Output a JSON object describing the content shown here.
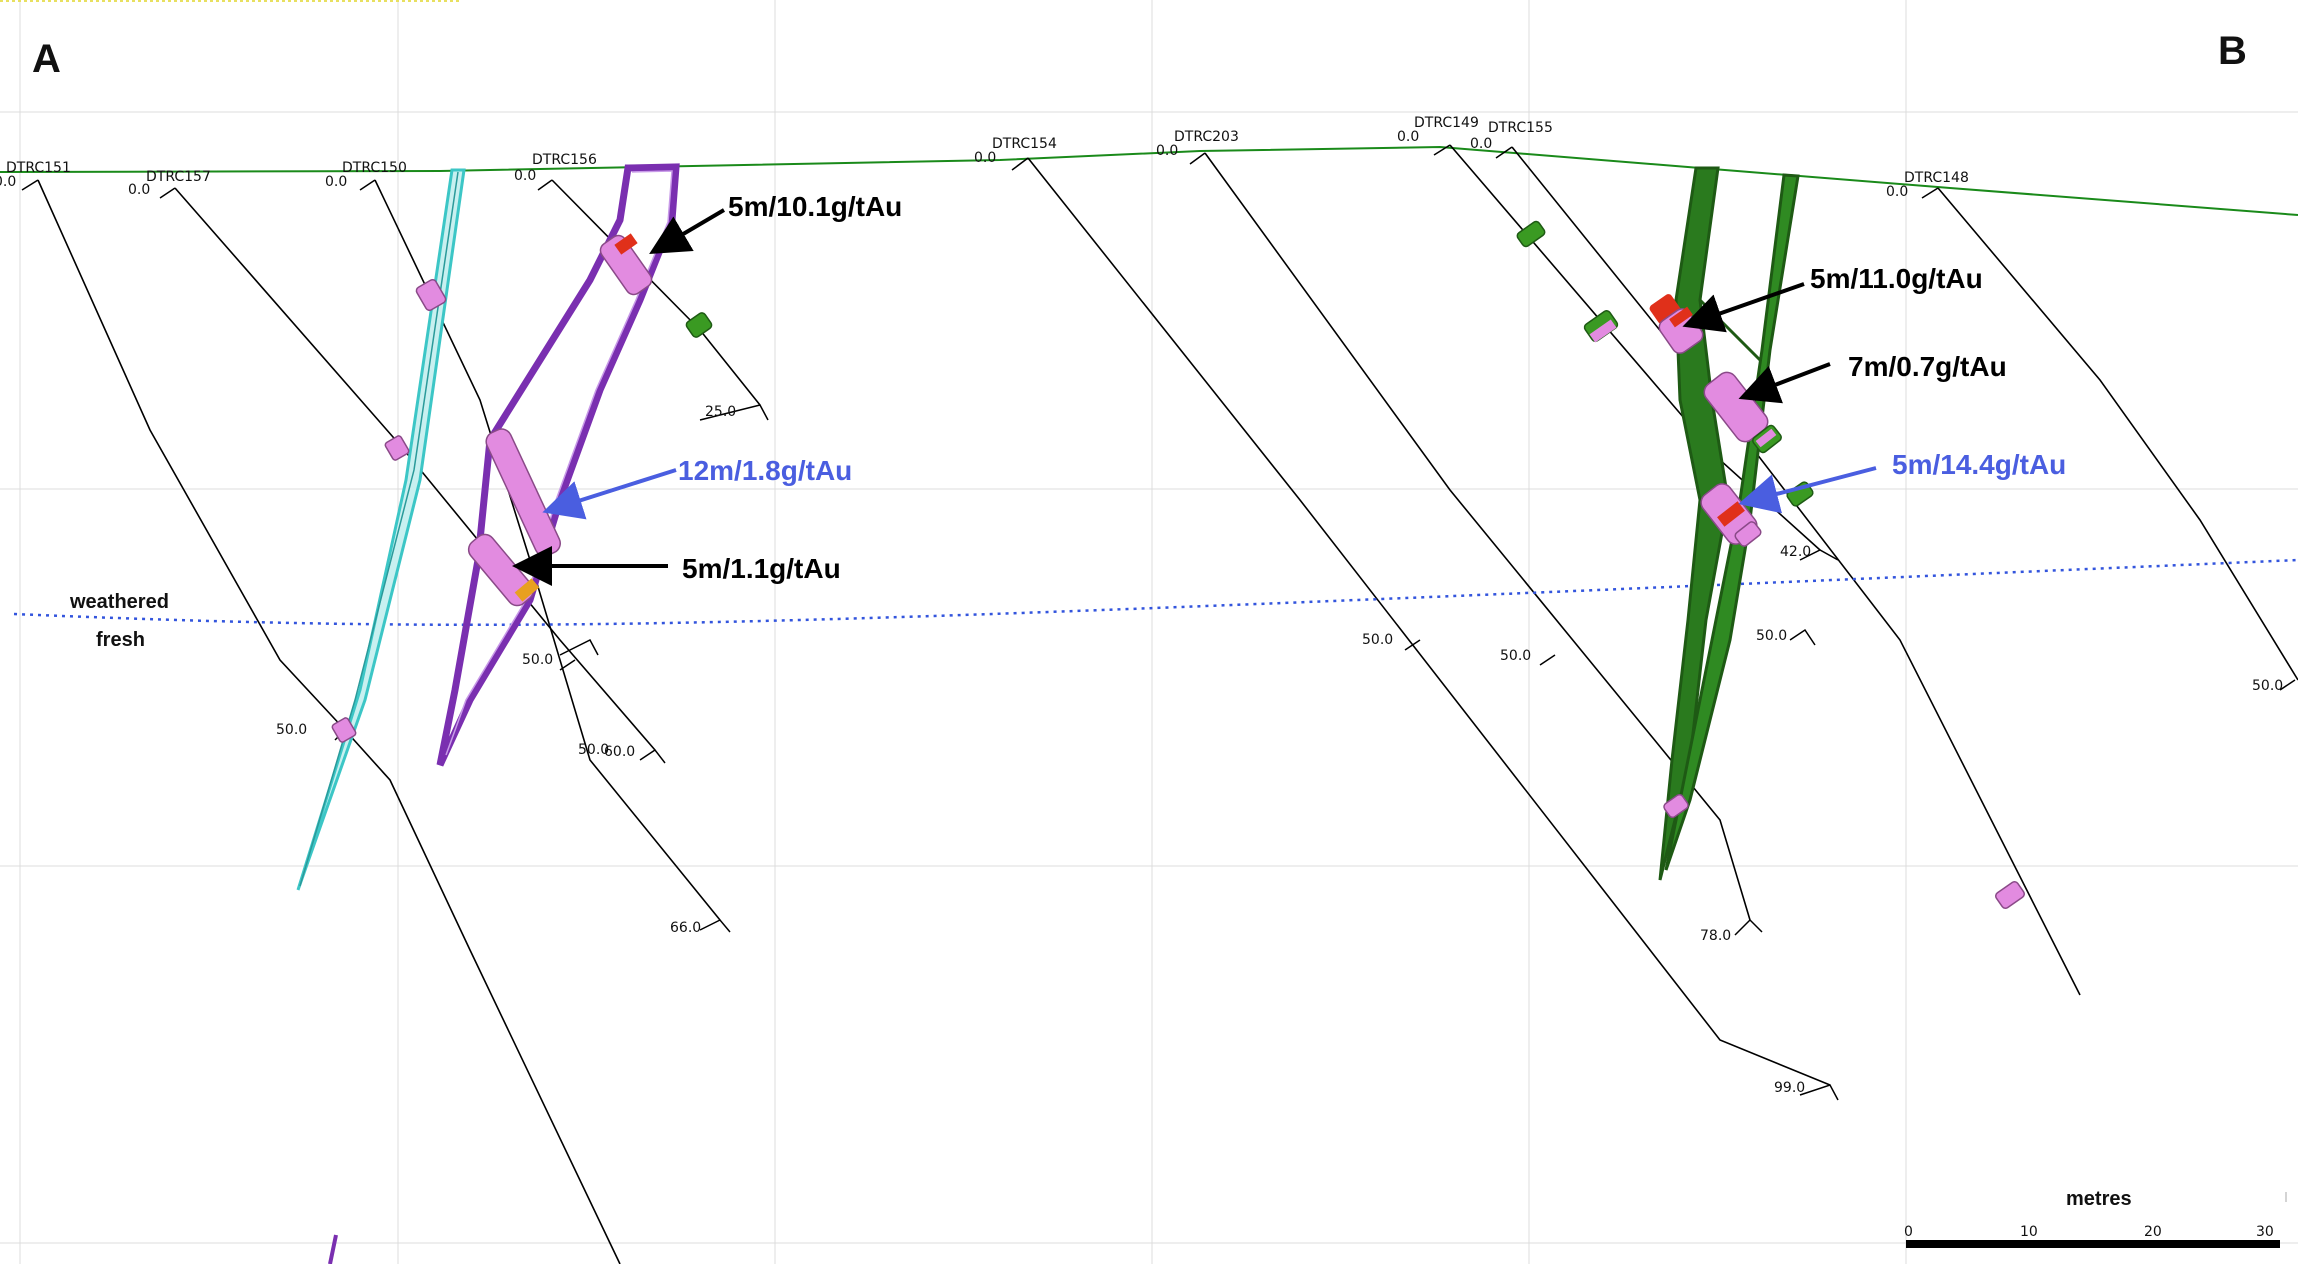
{
  "section": {
    "left_label": "A",
    "right_label": "B"
  },
  "holes": [
    {
      "name": "DTRC151",
      "collar_depth": "0.0",
      "end_depth": ""
    },
    {
      "name": "DTRC157",
      "collar_depth": "0.0",
      "end_depth": ""
    },
    {
      "name": "DTRC150",
      "collar_depth": "0.0",
      "end_depth": ""
    },
    {
      "name": "DTRC156",
      "collar_depth": "0.0",
      "end_depth": "66.0"
    },
    {
      "name": "DTRC154",
      "collar_depth": "0.0",
      "end_depth": ""
    },
    {
      "name": "DTRC203",
      "collar_depth": "0.0",
      "end_depth": "99.0"
    },
    {
      "name": "DTRC149",
      "collar_depth": "0.0",
      "end_depth": "78.0"
    },
    {
      "name": "DTRC155",
      "collar_depth": "0.0",
      "end_depth": ""
    },
    {
      "name": "DTRC148",
      "collar_depth": "0.0",
      "end_depth": ""
    }
  ],
  "depth_marks": [
    "25.0",
    "50.0",
    "50.0",
    "50.0",
    "60.0",
    "50.0",
    "50.0",
    "42.0",
    "50.0",
    "50.0"
  ],
  "intercepts": [
    {
      "text": "5m/10.1g/tAu",
      "color": "#000000"
    },
    {
      "text": "12m/1.8g/tAu",
      "color": "#4a5ee0"
    },
    {
      "text": "5m/1.1g/tAu",
      "color": "#000000"
    },
    {
      "text": "5m/11.0g/tAu",
      "color": "#000000"
    },
    {
      "text": "7m/0.7g/tAu",
      "color": "#000000"
    },
    {
      "text": "5m/14.4g/tAu",
      "color": "#4a5ee0"
    }
  ],
  "weathering": {
    "upper": "weathered",
    "lower": "fresh",
    "color": "#3355dd"
  },
  "scale_bar": {
    "title": "metres",
    "ticks": [
      "0",
      "10",
      "20",
      "30"
    ]
  },
  "colors": {
    "topography": "#1a8a1a",
    "lode_cyan": "#3cc6c6",
    "lode_purple": "#7a2fb0",
    "lode_green": "#2a7a1e",
    "assay_pink": "#e28be0",
    "assay_red": "#e0301a",
    "assay_green": "#3a9a22",
    "assay_orange": "#e8a020"
  }
}
